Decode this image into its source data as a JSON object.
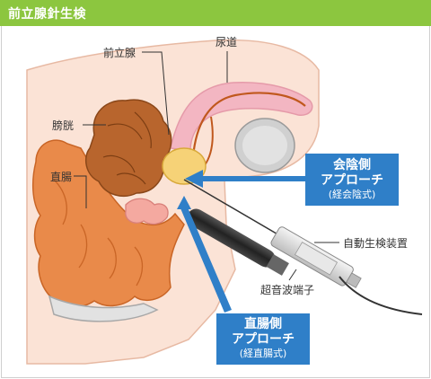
{
  "header": {
    "title": "前立腺針生検"
  },
  "labels": {
    "prostate": "前立腺",
    "urethra": "尿道",
    "bladder": "膀胱",
    "rectum": "直腸",
    "biopsy_device": "自動生検装置",
    "ultrasound_probe": "超音波端子"
  },
  "callouts": {
    "perineal": {
      "line1": "会陰側",
      "line2": "アプローチ",
      "line3": "(経会陰式)"
    },
    "rectal": {
      "line1": "直腸側",
      "line2": "アプローチ",
      "line3": "(経直腸式)"
    }
  },
  "colors": {
    "header_green": "#8cc63f",
    "callout_blue": "#2f7fc8",
    "skin": "#fbe3d6",
    "bladder": "#b8652d",
    "rectum_orange": "#e98a4a",
    "urethra_pink": "#f3b6c2",
    "bone_gray": "#c8c8c8"
  }
}
